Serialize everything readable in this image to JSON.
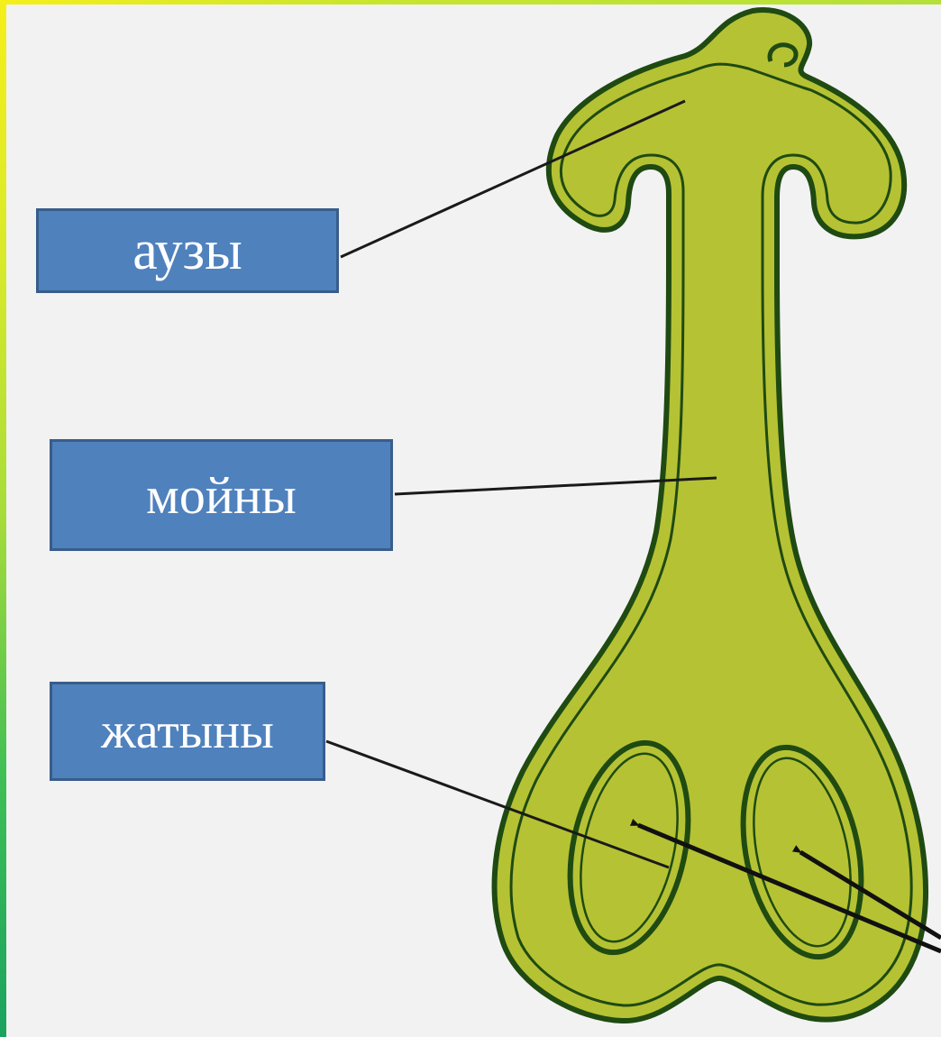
{
  "labels": {
    "mouth": "аузы",
    "neck": "мойны",
    "belly": "жатыны"
  },
  "colors": {
    "background": "#f2f2f2",
    "box_fill": "#4f81bd",
    "box_border": "#385d8a",
    "box_text": "#ffffff",
    "organ_fill": "#b5c233",
    "organ_outline": "#1f4a12",
    "pointer_line": "#1a1a1a"
  }
}
